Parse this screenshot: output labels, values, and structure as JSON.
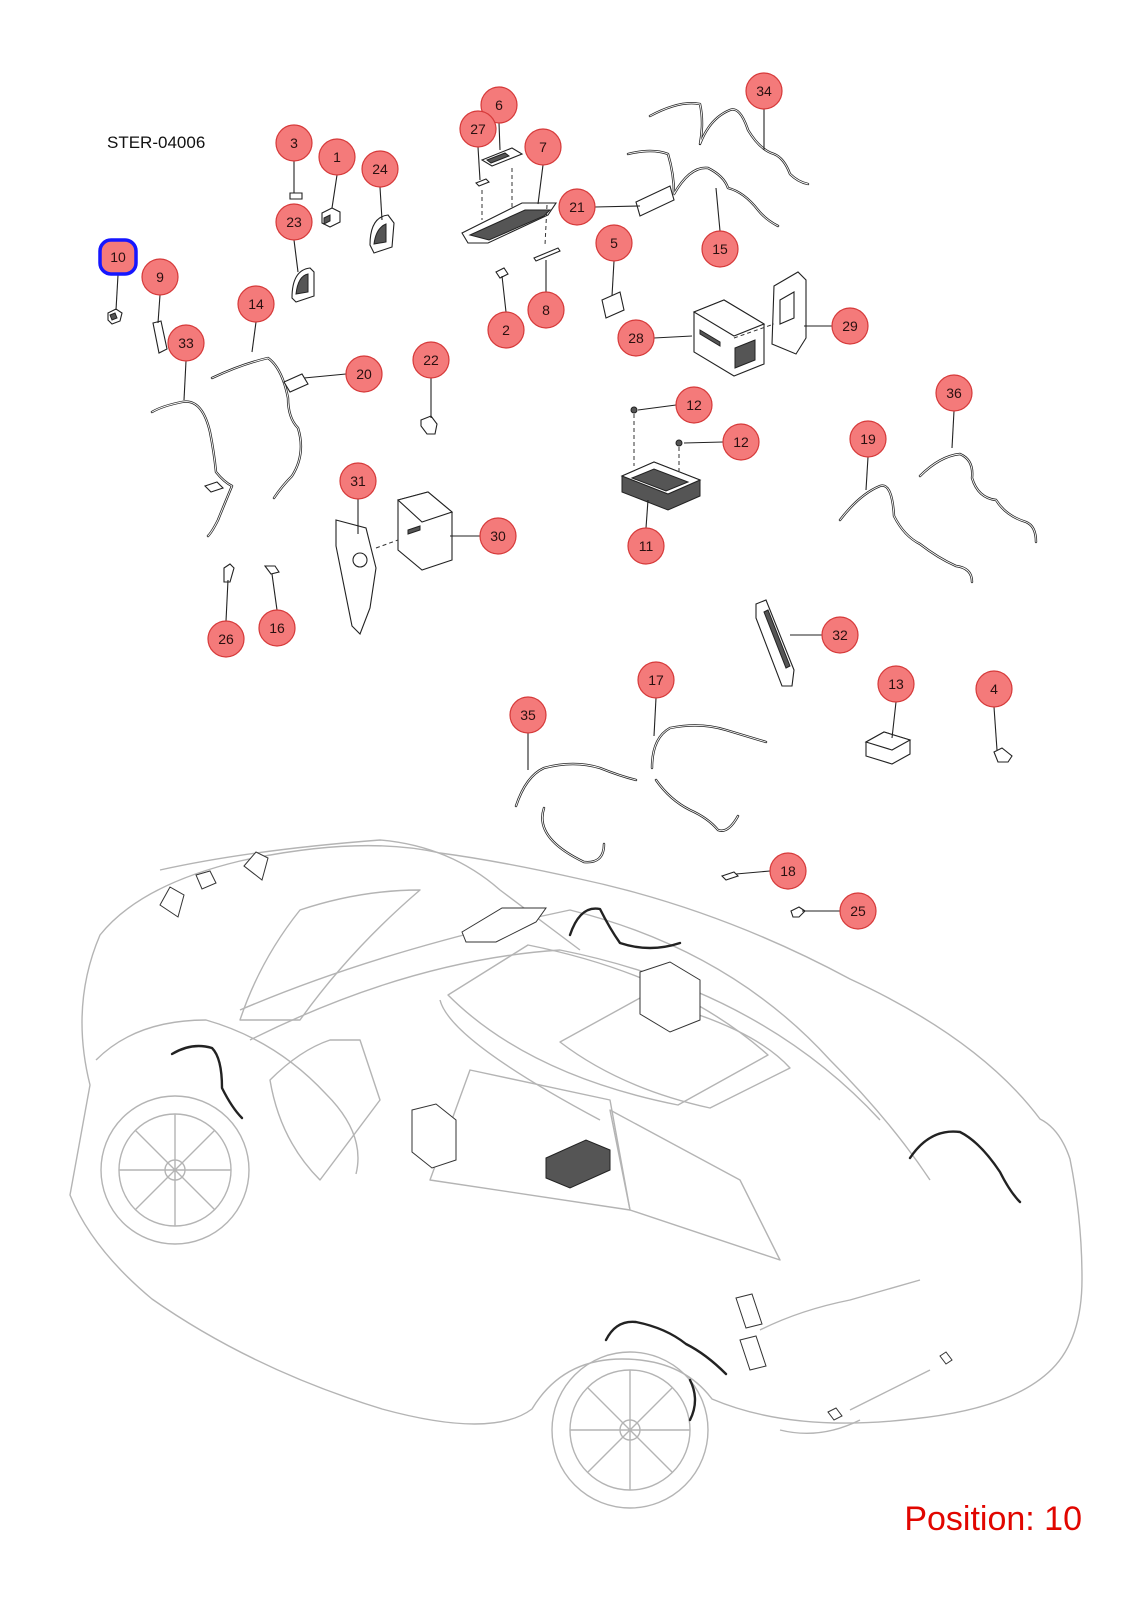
{
  "reference_code": "STER-04006",
  "position_label": "Position: 10",
  "selected_position": "10",
  "colors": {
    "bubble": "#f47a7a",
    "bubble_stroke": "#d63a3a",
    "selection": "#1616ff",
    "position_text": "#e10600"
  },
  "callouts": [
    {
      "label": "1"
    },
    {
      "label": "2"
    },
    {
      "label": "3"
    },
    {
      "label": "4"
    },
    {
      "label": "5"
    },
    {
      "label": "6"
    },
    {
      "label": "7"
    },
    {
      "label": "8"
    },
    {
      "label": "9"
    },
    {
      "label": "10"
    },
    {
      "label": "11"
    },
    {
      "label": "12"
    },
    {
      "label": "12"
    },
    {
      "label": "13"
    },
    {
      "label": "14"
    },
    {
      "label": "15"
    },
    {
      "label": "16"
    },
    {
      "label": "17"
    },
    {
      "label": "18"
    },
    {
      "label": "19"
    },
    {
      "label": "20"
    },
    {
      "label": "21"
    },
    {
      "label": "22"
    },
    {
      "label": "23"
    },
    {
      "label": "24"
    },
    {
      "label": "25"
    },
    {
      "label": "26"
    },
    {
      "label": "27"
    },
    {
      "label": "28"
    },
    {
      "label": "29"
    },
    {
      "label": "30"
    },
    {
      "label": "31"
    },
    {
      "label": "32"
    },
    {
      "label": "33"
    },
    {
      "label": "34"
    },
    {
      "label": "35"
    },
    {
      "label": "36"
    }
  ]
}
